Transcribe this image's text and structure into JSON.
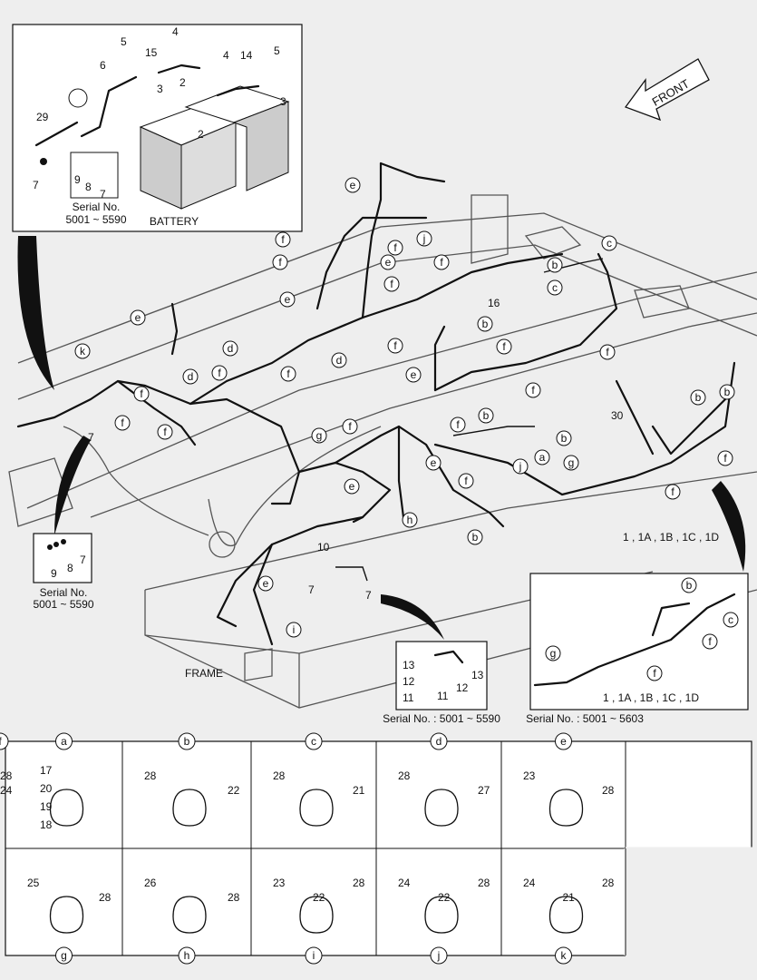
{
  "front_label": "FRONT",
  "frame_label": "FRAME",
  "battery": {
    "title": "BATTERY",
    "serial_label": "Serial No.",
    "serial_range": "5001 ~ 5590",
    "numbers": [
      "4",
      "5",
      "15",
      "6",
      "4",
      "14",
      "5",
      "2",
      "3",
      "3",
      "29",
      "2",
      "9",
      "8",
      "7",
      "7"
    ]
  },
  "left_inset": {
    "serial_label": "Serial No.",
    "serial_range": "5001 ~ 5590",
    "numbers": [
      "9",
      "8",
      "7"
    ]
  },
  "mid_inset": {
    "caption": "Serial No. : 5001 ~ 5590",
    "numbers": [
      "13",
      "12",
      "11",
      "11",
      "12",
      "13"
    ]
  },
  "right_inset": {
    "caption": "Serial No. : 5001 ~ 5603",
    "part_ref": "1 , 1A , 1B , 1C , 1D",
    "letters": [
      "b",
      "c",
      "f",
      "f",
      "g"
    ]
  },
  "main_callouts": {
    "part_ref": "1 , 1A , 1B , 1C , 1D",
    "n16": "16",
    "n30": "30",
    "n7a": "7",
    "n7b": "7",
    "n7c": "7",
    "n10": "10",
    "letters": [
      "e",
      "f",
      "j",
      "f",
      "e",
      "f",
      "e",
      "f",
      "e",
      "d",
      "d",
      "f",
      "k",
      "f",
      "d",
      "f",
      "f",
      "f",
      "g",
      "h",
      "e",
      "e",
      "i",
      "f",
      "f",
      "b",
      "f",
      "f",
      "e",
      "b",
      "c",
      "b",
      "c",
      "f",
      "b",
      "f",
      "b",
      "a",
      "j",
      "f",
      "g",
      "f",
      "e",
      "b",
      "f",
      "b",
      "f"
    ]
  },
  "detail_grid": {
    "cells": [
      {
        "letter": "a",
        "parts": [
          "17",
          "20",
          "19",
          "18"
        ]
      },
      {
        "letter": "b",
        "parts": [
          "28",
          "22"
        ]
      },
      {
        "letter": "c",
        "parts": [
          "28",
          "21"
        ]
      },
      {
        "letter": "d",
        "parts": [
          "28",
          "27"
        ]
      },
      {
        "letter": "e",
        "parts": [
          "23",
          "28"
        ]
      },
      {
        "letter": "f",
        "parts": [
          "28",
          "24"
        ]
      },
      {
        "letter": "g",
        "parts": [
          "25",
          "28"
        ]
      },
      {
        "letter": "h",
        "parts": [
          "26",
          "28"
        ]
      },
      {
        "letter": "i",
        "parts": [
          "23",
          "22",
          "28"
        ]
      },
      {
        "letter": "j",
        "parts": [
          "24",
          "22",
          "28"
        ]
      },
      {
        "letter": "k",
        "parts": [
          "24",
          "21",
          "28"
        ]
      }
    ]
  }
}
